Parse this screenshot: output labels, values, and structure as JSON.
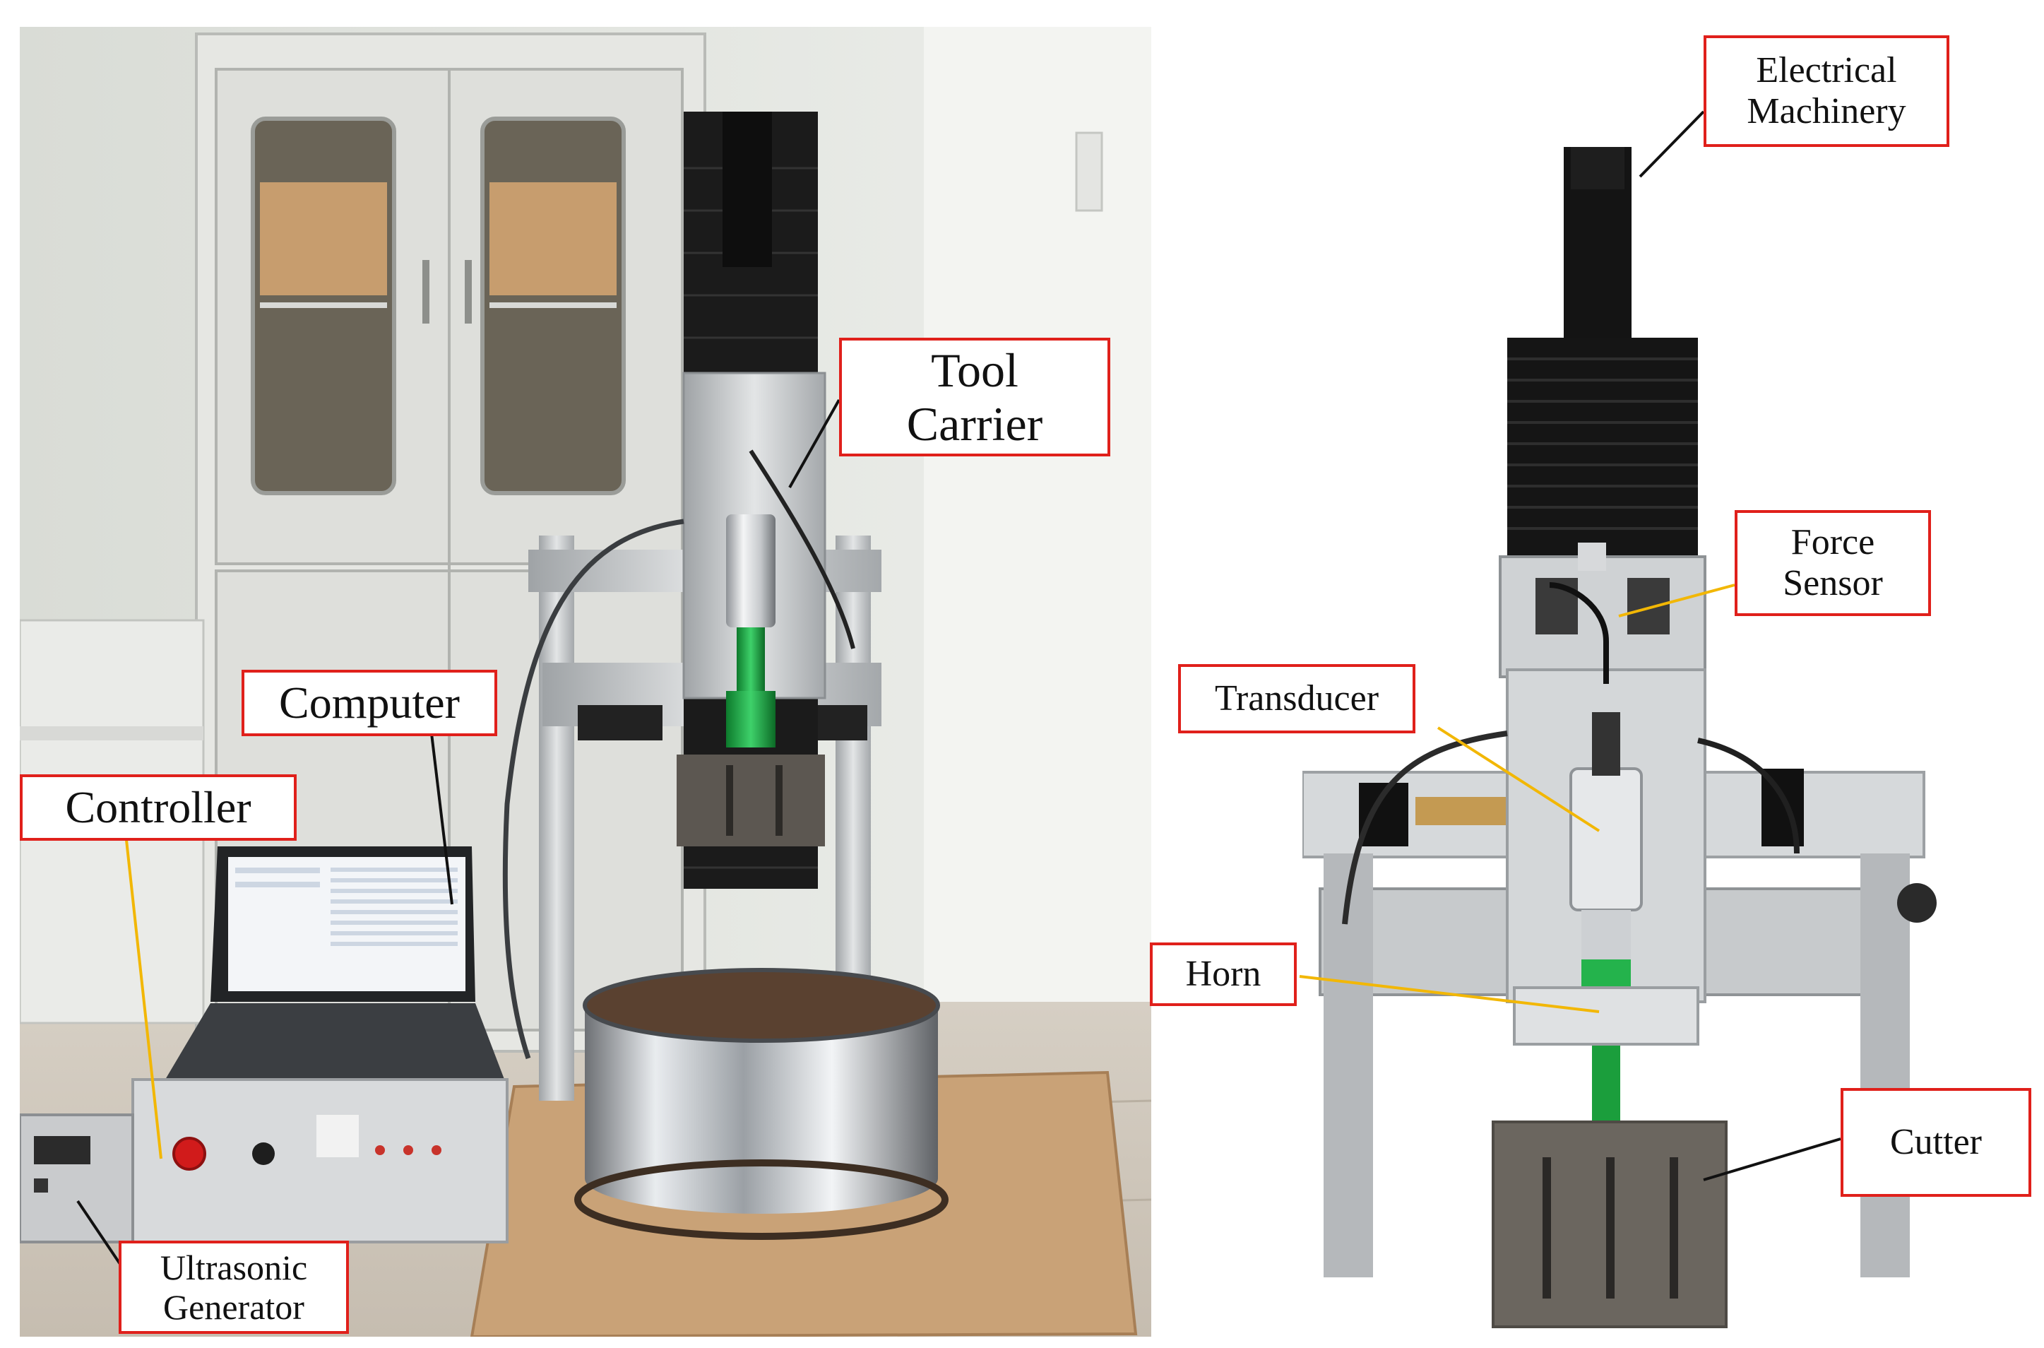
{
  "left_panel": {
    "labels": {
      "tool_carrier": [
        "Tool",
        "Carrier"
      ],
      "computer": [
        "Computer"
      ],
      "controller": [
        "Controller"
      ],
      "ultrasonic_generator": [
        "Ultrasonic",
        "Generator"
      ]
    }
  },
  "right_panel": {
    "labels": {
      "electrical_machinery": [
        "Electrical",
        "Machinery"
      ],
      "force_sensor": [
        "Force",
        "Sensor"
      ],
      "transducer": [
        "Transducer"
      ],
      "horn": [
        "Horn"
      ],
      "cutter": [
        "Cutter"
      ]
    }
  },
  "colors": {
    "callout_border": "#e0201b",
    "leader_black": "#111111",
    "leader_yellow": "#f2b705"
  }
}
